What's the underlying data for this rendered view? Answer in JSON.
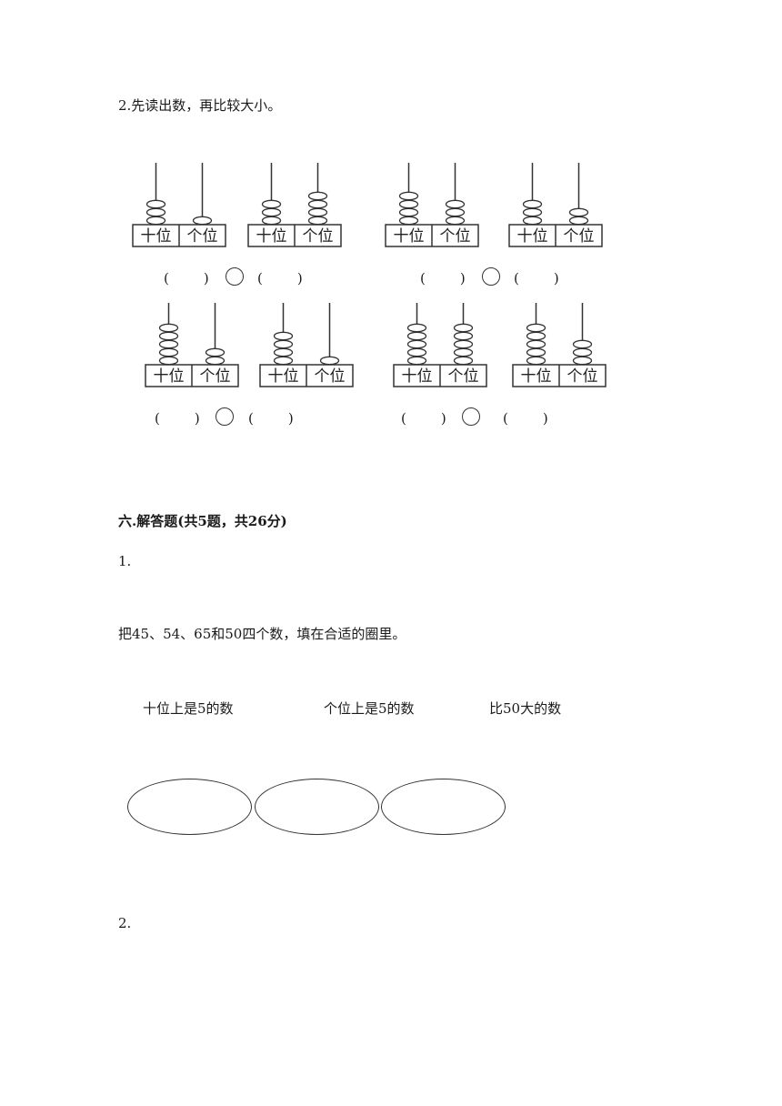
{
  "q2_prompt": "2.先读出数，再比较大小。",
  "abacus": {
    "tens_label": "十位",
    "ones_label": "个位",
    "paren_left": "(",
    "paren_right": ")",
    "rows": [
      [
        {
          "pairs": [
            {
              "left": {
                "tens": 3,
                "ones": 1
              },
              "right": {
                "tens": 3,
                "ones": 4
              }
            },
            {
              "left": {
                "tens": 4,
                "ones": 3
              },
              "right": {
                "tens": 3,
                "ones": 2
              }
            }
          ]
        }
      ],
      [
        {
          "pairs": [
            {
              "left": {
                "tens": 5,
                "ones": 2
              },
              "right": {
                "tens": 4,
                "ones": 1
              }
            },
            {
              "left": {
                "tens": 5,
                "ones": 5
              },
              "right": {
                "tens": 5,
                "ones": 3
              }
            }
          ]
        }
      ]
    ]
  },
  "section6": {
    "heading": "六.解答题(共5题，共26分)",
    "q1_number": "1.",
    "q1_text": "把45、54、65和50四个数，填在合适的圈里。",
    "labels": [
      "十位上是5的数",
      "个位上是5的数",
      "比50大的数"
    ],
    "q2_number": "2."
  }
}
